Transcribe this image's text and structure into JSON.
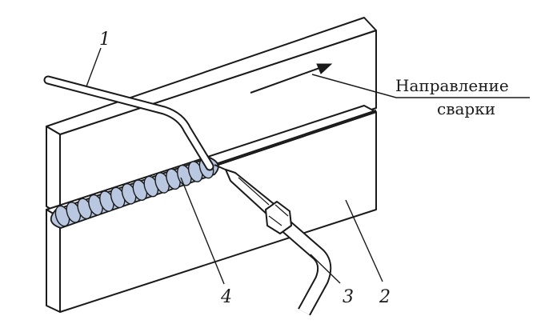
{
  "direction_label": {
    "line1": "Направление",
    "line2": "сварки"
  },
  "callouts": {
    "c1": "1",
    "c2": "2",
    "c3": "3",
    "c4": "4"
  },
  "colors": {
    "ink": "#1a1a1a",
    "bead_fill": "#b9c8e0",
    "plate_fill": "#ffffff"
  }
}
